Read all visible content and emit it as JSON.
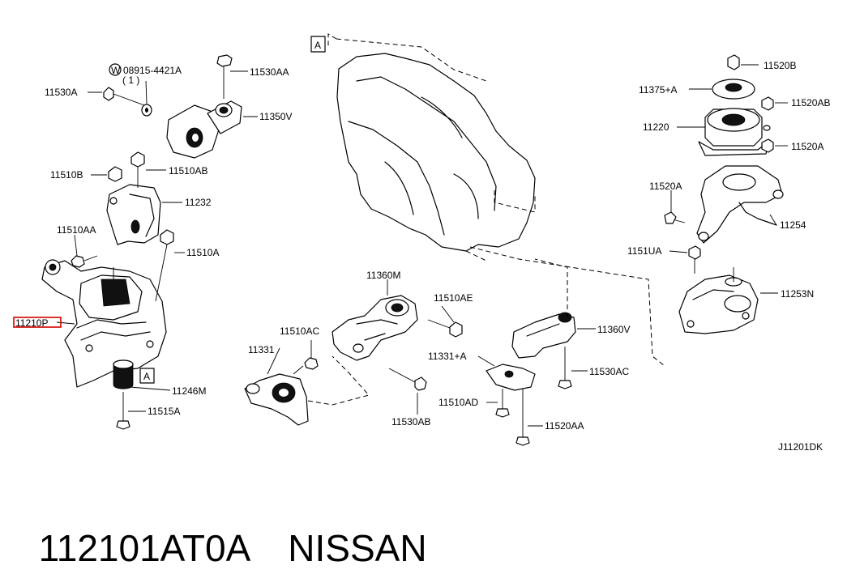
{
  "diagram": {
    "labels": {
      "n08915": "08915-4421A",
      "n08915_qty": "( 1 )",
      "w_mark": "W",
      "n11530AA": "11530AA",
      "n11530A": "11530A",
      "n11350V": "11350V",
      "n11510B": "11510B",
      "n11510AB": "11510AB",
      "n11232": "11232",
      "n11510AA": "11510AA",
      "n11510A": "11510A",
      "n11210P": "11210P",
      "n11246M": "11246M",
      "n11515A": "11515A",
      "ref_A1": "A",
      "ref_A2": "A",
      "n11360M": "11360M",
      "n11510AE": "11510AE",
      "n11510AC": "11510AC",
      "n11331": "11331",
      "n11530AB": "11530AB",
      "n11331A": "11331+A",
      "n11510AD": "11510AD",
      "n11360V": "11360V",
      "n11530AC": "11530AC",
      "n11520AA": "11520AA",
      "n11520B": "11520B",
      "n11375A": "11375+A",
      "n11520AB": "11520AB",
      "n11220": "11220",
      "n11520A_1": "11520A",
      "n11520A_2": "11520A",
      "n11254": "11254",
      "n1151UA": "1151UA",
      "n11253N": "11253N",
      "code": "J11201DK"
    },
    "highlight_color": "#d40000"
  },
  "footer": {
    "part_number": "112101AT0A",
    "brand": "NISSAN"
  }
}
